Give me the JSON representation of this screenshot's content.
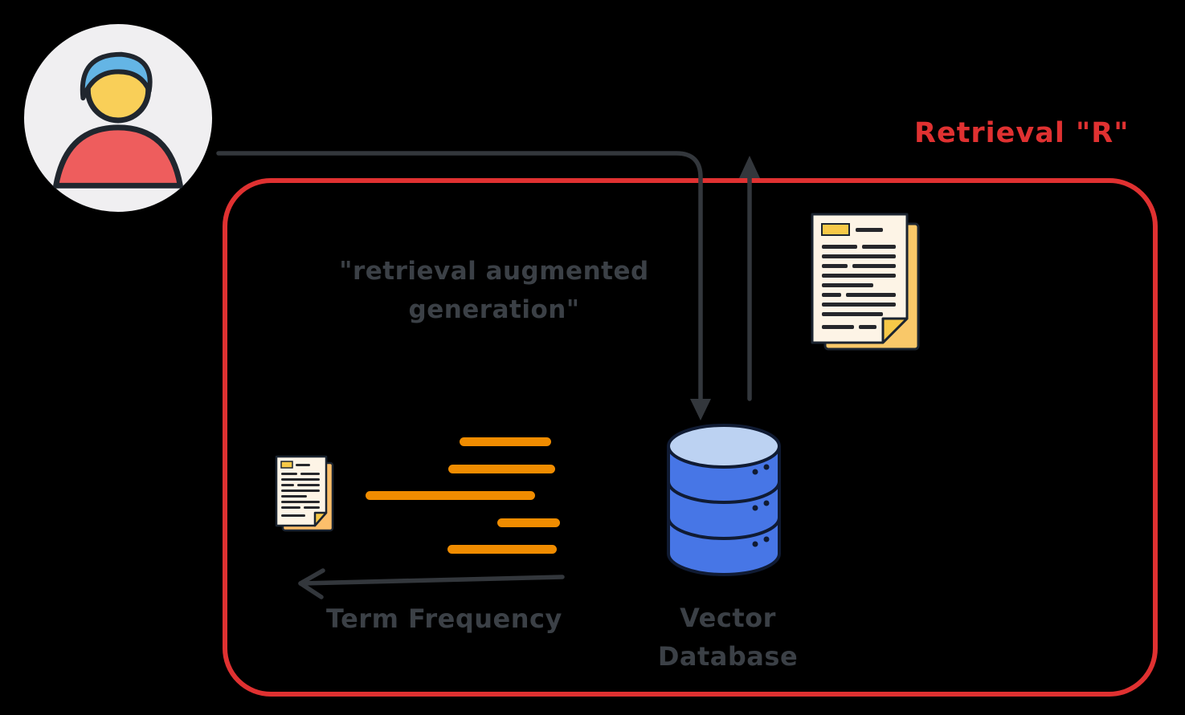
{
  "diagram": {
    "title_label": "Retrieval \"R\"",
    "query": {
      "line1": "\"retrieval augmented",
      "line2": "generation\""
    },
    "vector_db": {
      "line1": "Vector",
      "line2": "Database"
    },
    "term_frequency_label": "Term Frequency"
  },
  "icons": {
    "user_avatar": "user-avatar-icon",
    "documents": "retrieved-documents-icon",
    "small_document": "document-icon",
    "database": "vector-database-icon",
    "arrows": [
      "query-arrow-down",
      "response-arrow-up",
      "term-frequency-arrow-left"
    ]
  },
  "colors": {
    "background": "#000000",
    "retrieval_border": "#e03131",
    "retrieval_label": "#e03131",
    "handwritten_text": "#3b4046",
    "arrow": "#33373c",
    "term_bar_orange": "#f08c00",
    "database_blue": "#4776e6",
    "database_top_blue": "#bcd2f2",
    "document_paper": "#fdf4e6",
    "document_yellow": "#f7c948",
    "document_back": "#f9c869",
    "avatar_background": "#f0eff1",
    "hair_blue": "#64b5e5",
    "face_yellow": "#f9cf58",
    "shirt_red": "#ee5d5d"
  }
}
